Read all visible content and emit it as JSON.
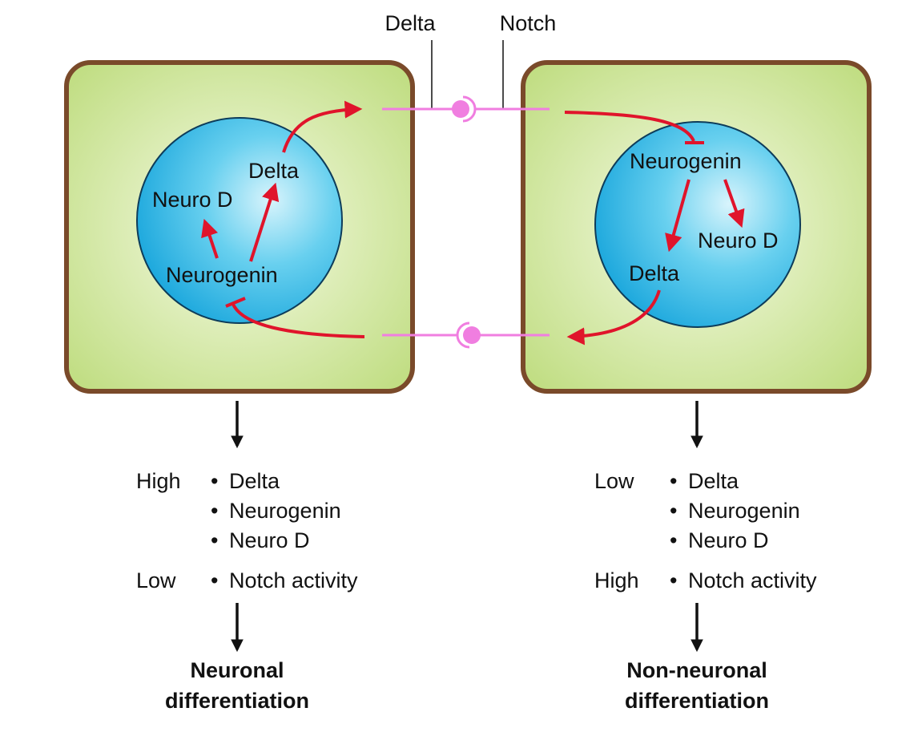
{
  "labels": {
    "delta_top": "Delta",
    "notch_top": "Notch"
  },
  "left_cell": {
    "nucleus": {
      "neuro_d": "Neuro D",
      "delta": "Delta",
      "neurogenin": "Neurogenin"
    },
    "summary": {
      "high_level": "High",
      "low_level": "Low",
      "high_items": [
        "Delta",
        "Neurogenin",
        "Neuro D"
      ],
      "low_items": [
        "Notch activity"
      ]
    },
    "outcome_line1": "Neuronal",
    "outcome_line2": "differentiation"
  },
  "right_cell": {
    "nucleus": {
      "neurogenin": "Neurogenin",
      "neuro_d": "Neuro D",
      "delta": "Delta"
    },
    "summary": {
      "low_level": "Low",
      "high_level": "High",
      "low_items": [
        "Delta",
        "Neurogenin",
        "Neuro D"
      ],
      "high_items": [
        "Notch activity"
      ]
    },
    "outcome_line1": "Non-neuronal",
    "outcome_line2": "differentiation"
  },
  "colors": {
    "cell_fill": "#cfe59a",
    "cell_border": "#7a4a2a",
    "nucleus": "#4cc6ea",
    "arrow": "#e0142b",
    "receptor": "#f07ee0"
  }
}
